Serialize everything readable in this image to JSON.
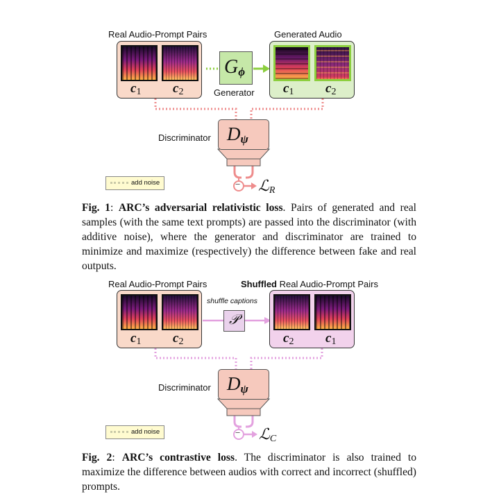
{
  "fig1": {
    "real_label": "Real Audio-Prompt Pairs",
    "generated_label": "Generated Audio",
    "generator_symbol": "G",
    "generator_sub": "ϕ",
    "generator_label": "Generator",
    "c1": "c",
    "c1_sub": "1",
    "c2": "c",
    "c2_sub": "2",
    "discriminator_label": "Discriminator",
    "disc_symbol": "D",
    "disc_sub": "ψ",
    "loss_symbol": "ℒ",
    "loss_sub": "R",
    "minus": "−",
    "noise_label": "add noise",
    "caption_prefix": "Fig. 1",
    "caption_title": "ARC’s adversarial relativistic loss",
    "caption_body": ". Pairs of generated and real samples (with the same text prompts) are passed into the discriminator (with additive noise), where the generator and discriminator are trained to minimize and maximize (respectively) the difference between fake and real outputs."
  },
  "fig2": {
    "real_label": "Real Audio-Prompt Pairs",
    "shuffled_bold": "Shuffled",
    "shuffled_rest": " Real Audio-Prompt Pairs",
    "shuffle_caption": "shuffle captions",
    "perm_symbol": "𝒫",
    "c1": "c",
    "c1_sub": "1",
    "c2": "c",
    "c2_sub": "2",
    "discriminator_label": "Discriminator",
    "disc_symbol": "D",
    "disc_sub": "ψ",
    "loss_symbol": "ℒ",
    "loss_sub": "C",
    "minus": "−",
    "noise_label": "add noise",
    "caption_prefix": "Fig. 2",
    "caption_title": "ARC’s contrastive loss",
    "caption_body": ". The discriminator is also trained to maximize the difference between audios with correct and incorrect (shuffled) prompts."
  },
  "colors": {
    "real_fill": "#f9d9c9",
    "gen_fill": "#dcefc9",
    "gen_accent": "#8ccf3e",
    "shuffled_fill": "#f2d2ec",
    "disc_fill": "#f6c9bd",
    "fig1_line": "#ee8c8c",
    "fig2_line": "#e3a1df"
  }
}
